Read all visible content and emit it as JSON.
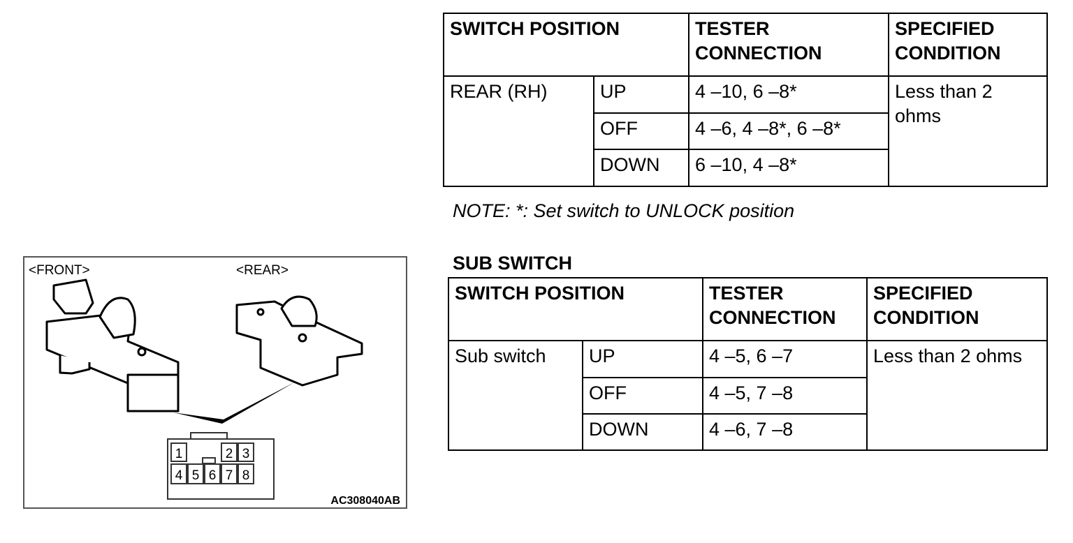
{
  "table1": {
    "headers": [
      "SWITCH POSITION",
      "TESTER CONNECTION",
      "SPECIFIED CONDITION"
    ],
    "group": "REAR (RH)",
    "rows": [
      {
        "position": "UP",
        "connection": "4 –10, 6 –8*"
      },
      {
        "position": "OFF",
        "connection": "4 –6, 4 –8*, 6 –8*"
      },
      {
        "position": "DOWN",
        "connection": "6 –10, 4 –8*"
      }
    ],
    "condition": "Less than 2 ohms"
  },
  "note": "NOTE: *: Set switch to UNLOCK position",
  "sub_title": "SUB SWITCH",
  "table2": {
    "headers": [
      "SWITCH POSITION",
      "TESTER CONNECTION",
      "SPECIFIED CONDITION"
    ],
    "group": "Sub switch",
    "rows": [
      {
        "position": "UP",
        "connection": "4 –5, 6 –7"
      },
      {
        "position": "OFF",
        "connection": "4 –5, 7 –8"
      },
      {
        "position": "DOWN",
        "connection": "4 –6, 7 –8"
      }
    ],
    "condition": "Less than 2 ohms"
  },
  "figure": {
    "front_label": "<FRONT>",
    "rear_label": "<REAR>",
    "pins": [
      "1",
      "2",
      "3",
      "4",
      "5",
      "6",
      "7",
      "8"
    ],
    "code": "AC308040AB"
  }
}
